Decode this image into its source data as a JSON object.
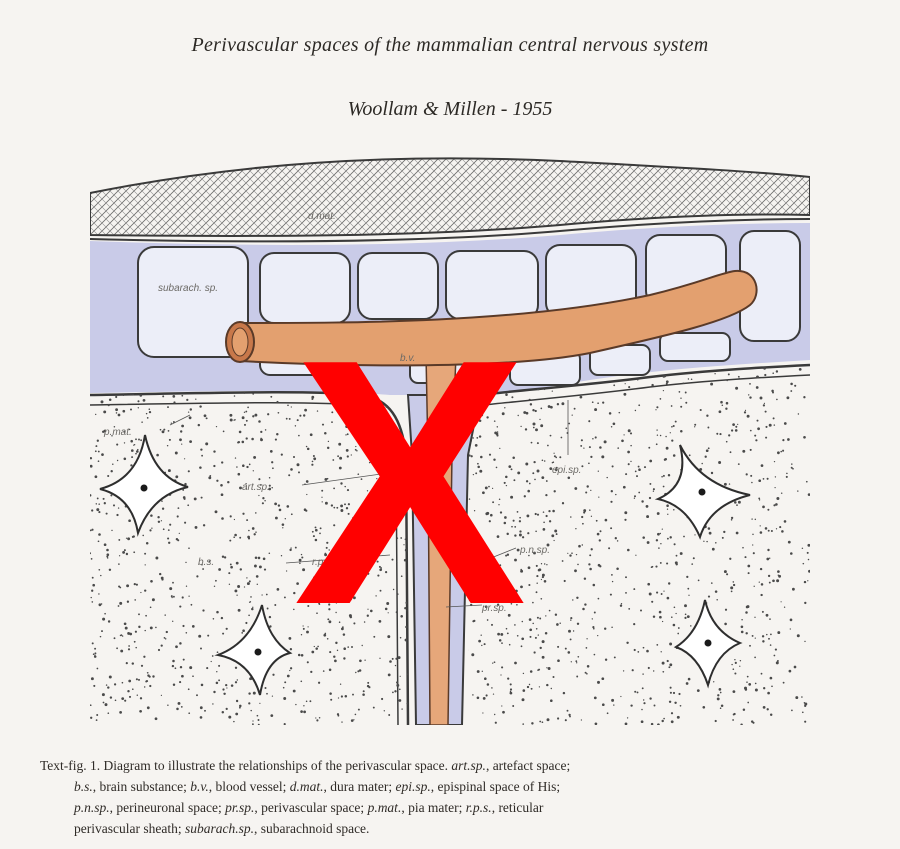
{
  "title": "Perivascular spaces of the mammalian central nervous system",
  "subtitle": "Woollam & Millen - 1955",
  "diagram_labels": {
    "d_mat": "d.mat.",
    "subarach": "subarach. sp.",
    "bv": "b.v.",
    "p_mat": "p.mat.",
    "art_sp": "art.sp.",
    "bs": "b.s.",
    "rps": "r.p.s.",
    "epi_sp": "epi.sp.",
    "pn_sp": "p.n.sp.",
    "pr_sp": "pr.sp."
  },
  "overlay": "X",
  "caption": {
    "line1": "Text-fig. 1. Diagram to illustrate the relationships of the perivascular space. ",
    "l1_t1": "art.sp.",
    "l1_t2": ", artefact space;",
    "l2_a": "b.s.",
    "l2_b": ", brain substance; ",
    "l2_c": "b.v.",
    "l2_d": ", blood vessel; ",
    "l2_e": "d.mat.",
    "l2_f": ", dura mater; ",
    "l2_g": "epi.sp.",
    "l2_h": ", epispinal space of His;",
    "l3_a": "p.n.sp.",
    "l3_b": ", perineuronal space; ",
    "l3_c": "pr.sp.",
    "l3_d": ", perivascular space; ",
    "l3_e": "p.mat.",
    "l3_f": ", pia mater; ",
    "l3_g": "r.p.s.",
    "l3_h": ", reticular",
    "l4_a": "perivascular sheath; ",
    "l4_b": "subarach.sp.",
    "l4_c": ", subarachnoid space."
  },
  "colors": {
    "blue_space": "#c9cbe8",
    "vessel": "#e3a06f",
    "outline": "#3a3a3a",
    "redx": "#ff0000"
  }
}
